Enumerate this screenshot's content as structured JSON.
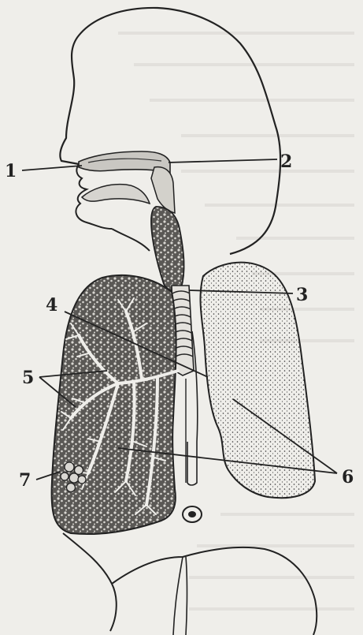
{
  "labels": {
    "l1": "1",
    "l2": "2",
    "l3": "3",
    "l4": "4",
    "l5": "5",
    "l6": "6",
    "l7": "7"
  },
  "colors": {
    "ink": "#222222",
    "paper": "#efeeea"
  }
}
